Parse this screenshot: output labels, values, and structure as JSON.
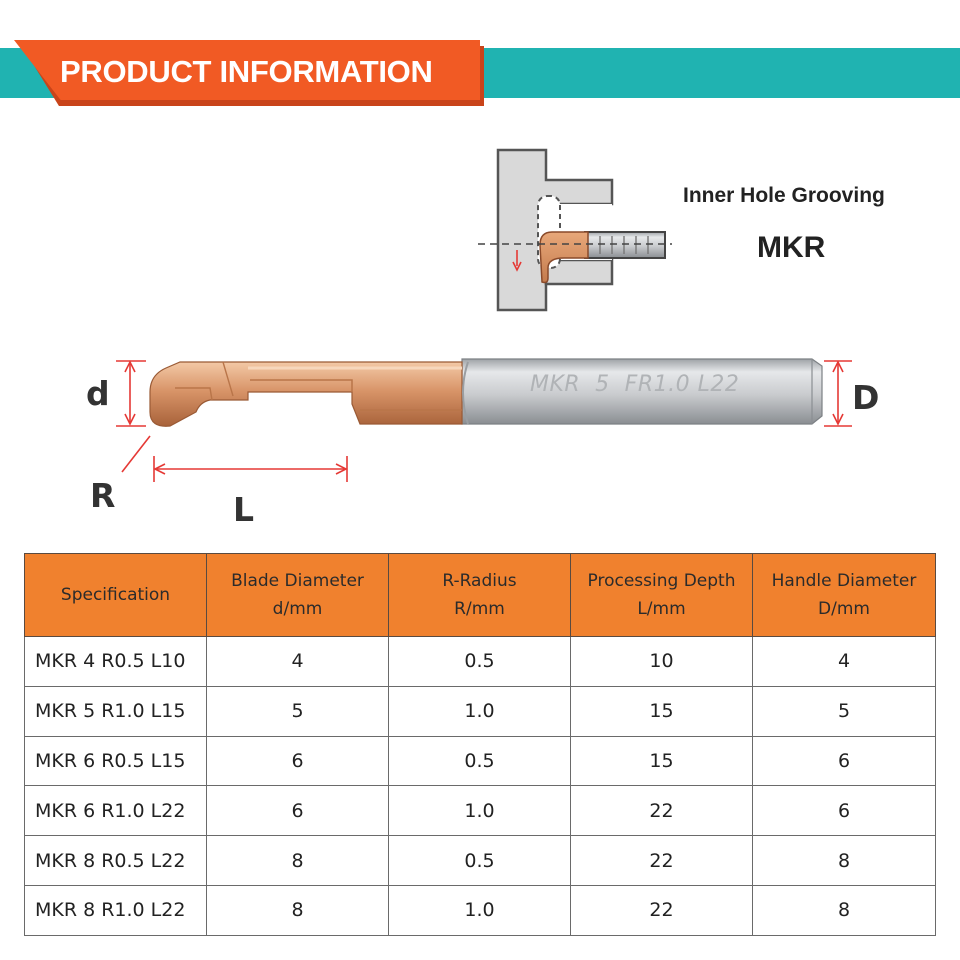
{
  "header": {
    "title": "PRODUCT INFORMATION",
    "colors": {
      "band": "#20b3b1",
      "banner": "#f15a24"
    }
  },
  "diagram": {
    "caption_type": "Inner Hole Grooving",
    "caption_model": "MKR",
    "tool_marking": "MKR  5  FR1.0 L22",
    "dimension_labels": {
      "blade": "d",
      "handle": "D",
      "radius": "R",
      "length": "L"
    }
  },
  "table": {
    "headers": [
      {
        "line1": "Specification",
        "line2": ""
      },
      {
        "line1": "Blade Diameter",
        "line2": "d/mm"
      },
      {
        "line1": "R-Radius",
        "line2": "R/mm"
      },
      {
        "line1": "Processing Depth",
        "line2": "L/mm"
      },
      {
        "line1": "Handle Diameter",
        "line2": "D/mm"
      }
    ],
    "rows": [
      [
        "MKR 4 R0.5 L10",
        "4",
        "0.5",
        "10",
        "4"
      ],
      [
        "MKR 5 R1.0 L15",
        "5",
        "1.0",
        "15",
        "5"
      ],
      [
        "MKR 6 R0.5 L15",
        "6",
        "0.5",
        "15",
        "6"
      ],
      [
        "MKR 6 R1.0 L22",
        "6",
        "1.0",
        "22",
        "6"
      ],
      [
        "MKR 8 R0.5 L22",
        "8",
        "0.5",
        "22",
        "8"
      ],
      [
        "MKR 8 R1.0 L22",
        "8",
        "1.0",
        "22",
        "8"
      ]
    ],
    "header_color": "#f0812e"
  }
}
